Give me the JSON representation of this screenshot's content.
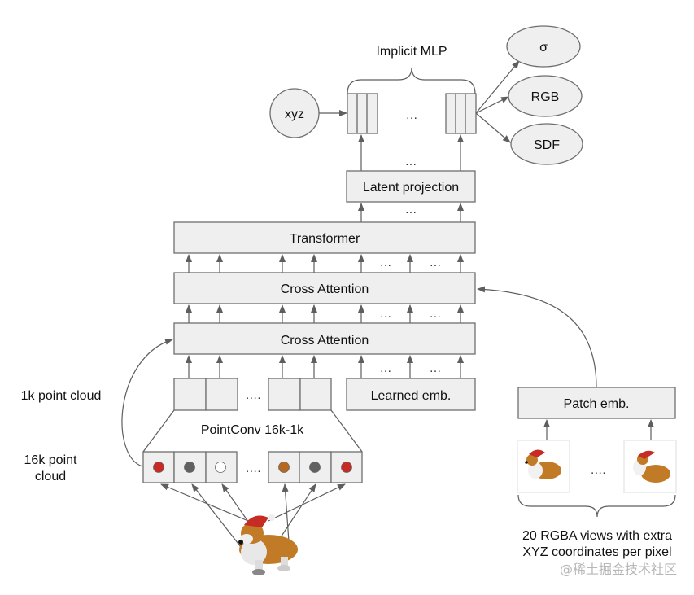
{
  "diagram": {
    "implicit_mlp": {
      "label": "Implicit MLP",
      "input": "xyz",
      "ellipsis": "…",
      "outputs": [
        "σ",
        "RGB",
        "SDF"
      ]
    },
    "latent_projection": "Latent projection",
    "transformer": "Transformer",
    "cross_attention_top": "Cross Attention",
    "cross_attention_bottom": "Cross Attention",
    "learned_emb": "Learned emb.",
    "patch_emb": "Patch emb.",
    "pointconv": "PointConv 16k-1k",
    "one_k_point_cloud": "1k point cloud",
    "sixteen_k_point_cloud_line1": "16k point",
    "sixteen_k_point_cloud_line2": "cloud",
    "short_ellipsis": "…",
    "long_ellipsis": "….",
    "views_caption_line1": "20 RGBA views with extra",
    "views_caption_line2": "XYZ coordinates per pixel",
    "point_colors": [
      "#c62b24",
      "#616161",
      "#ffffff",
      "#b8671f",
      "#616161",
      "#c62b24"
    ],
    "watermark": "@稀土掘金技术社区"
  }
}
